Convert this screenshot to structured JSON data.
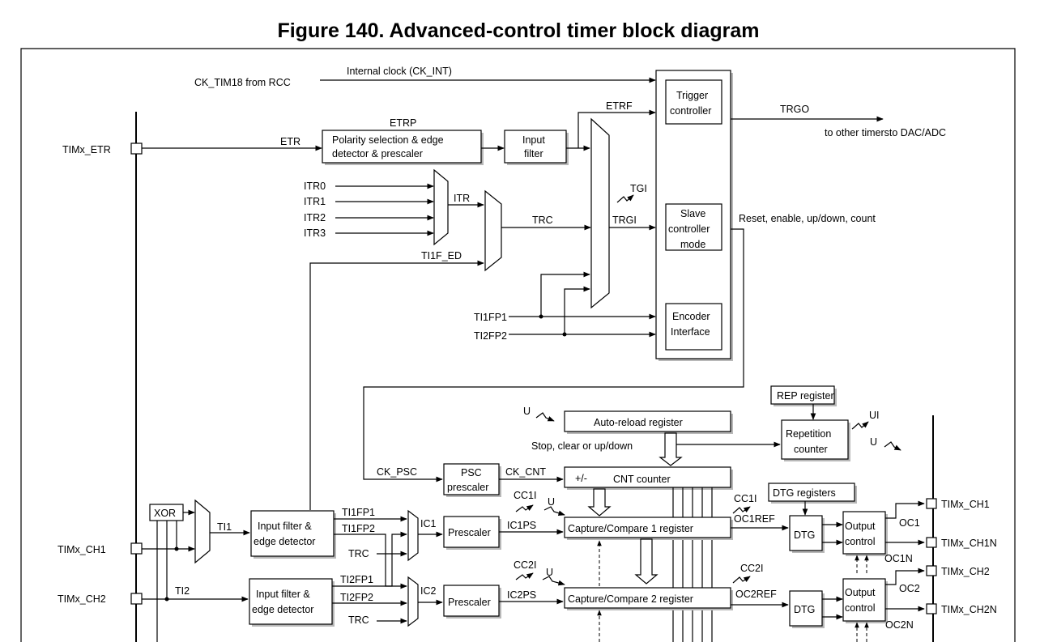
{
  "title": "Figure 140. Advanced-control timer block diagram",
  "labels": {
    "ck_tim18": "CK_TIM18 from RCC",
    "internal_clock": "Internal clock (CK_INT)",
    "timx_etr": "TIMx_ETR",
    "etr": "ETR",
    "etrp": "ETRP",
    "polarity_line1": "Polarity selection & edge",
    "polarity_line2": "detector & prescaler",
    "input_filter_line1": "Input",
    "input_filter_line2": "filter",
    "etrf": "ETRF",
    "itr0": "ITR0",
    "itr1": "ITR1",
    "itr2": "ITR2",
    "itr3": "ITR3",
    "itr": "ITR",
    "trc": "TRC",
    "ti1f_ed": "TI1F_ED",
    "tgi": "TGI",
    "trgi": "TRGI",
    "trigger_line1": "Trigger",
    "trigger_line2": "controller",
    "slave_line1": "Slave",
    "slave_line2": "controller",
    "slave_line3": "mode",
    "encoder_line1": "Encoder",
    "encoder_line2": "Interface",
    "trgo": "TRGO",
    "to_other": "to other timersto DAC/ADC",
    "reset_enable": "Reset, enable, up/down, count",
    "ti1fp1": "TI1FP1",
    "ti2fp2": "TI2FP2",
    "rep_register": "REP register",
    "repetition_line1": "Repetition",
    "repetition_line2": "counter",
    "ui": "UI",
    "u": "U",
    "auto_reload": "Auto-reload register",
    "stop_clear": "Stop, clear or up/down",
    "ck_psc": "CK_PSC",
    "psc_line1": "PSC",
    "psc_line2": "prescaler",
    "ck_cnt": "CK_CNT",
    "plus_minus": "+/-",
    "cnt_counter": "CNT counter",
    "xor": "XOR",
    "ti1": "TI1",
    "ti2": "TI2",
    "timx_ch1": "TIMx_CH1",
    "timx_ch2": "TIMx_CH2",
    "input_edge_line1": "Input filter &",
    "input_edge_line2": "edge detector",
    "ti1fp2": "TI1FP2",
    "ti2fp1": "TI2FP1",
    "ic1": "IC1",
    "ic2": "IC2",
    "prescaler": "Prescaler",
    "ic1ps": "IC1PS",
    "ic2ps": "IC2PS",
    "cc1i": "CC1I",
    "cc2i": "CC2I",
    "capture1": "Capture/Compare 1 register",
    "capture2": "Capture/Compare 2 register",
    "oc1ref": "OC1REF",
    "oc2ref": "OC2REF",
    "dtg_registers": "DTG registers",
    "dtg": "DTG",
    "output_line1": "Output",
    "output_line2": "control",
    "oc1": "OC1",
    "oc1n": "OC1N",
    "oc2": "OC2",
    "oc2n": "OC2N",
    "timx_ch1_out": "TIMx_CH1",
    "timx_ch1n": "TIMx_CH1N",
    "timx_ch2_out": "TIMx_CH2",
    "timx_ch2n": "TIMx_CH2N"
  }
}
